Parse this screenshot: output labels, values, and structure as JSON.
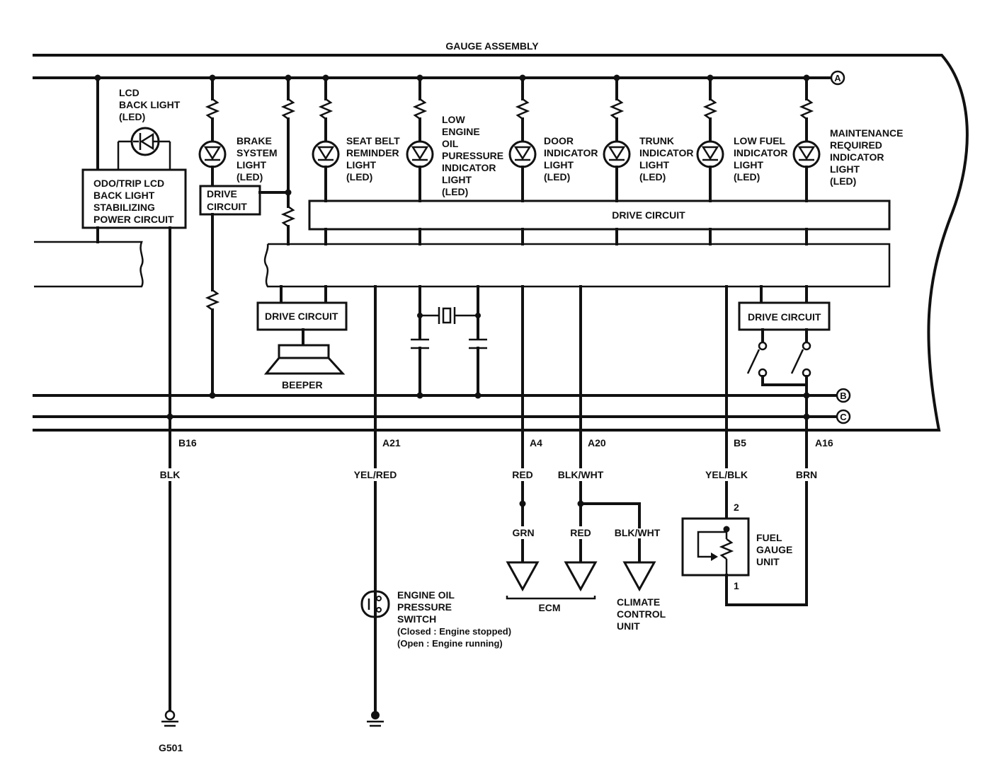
{
  "title": "GAUGE ASSEMBLY",
  "buses": {
    "a": "A",
    "b": "B",
    "c": "C"
  },
  "lcd_backlight": [
    "LCD",
    "BACK LIGHT",
    "(LED)"
  ],
  "odo_circuit": [
    "ODO/TRIP LCD",
    "BACK LIGHT",
    "STABILIZING",
    "POWER CIRCUIT"
  ],
  "brake_light": [
    "BRAKE",
    "SYSTEM",
    "LIGHT",
    "(LED)"
  ],
  "brake_drive": [
    "DRIVE",
    "CIRCUIT"
  ],
  "seatbelt": [
    "SEAT BELT",
    "REMINDER",
    "LIGHT",
    "(LED)"
  ],
  "oil_light": [
    "LOW",
    "ENGINE",
    "OIL",
    "PURESSURE",
    "INDICATOR",
    "LIGHT",
    "(LED)"
  ],
  "door": [
    "DOOR",
    "INDICATOR",
    "LIGHT",
    "(LED)"
  ],
  "trunk": [
    "TRUNK",
    "INDICATOR",
    "LIGHT",
    "(LED)"
  ],
  "lowfuel": [
    "LOW FUEL",
    "INDICATOR",
    "LIGHT",
    "(LED)"
  ],
  "maint": [
    "MAINTENANCE",
    "REQUIRED",
    "INDICATOR",
    "LIGHT",
    "(LED)"
  ],
  "drive_circuit_main": "DRIVE CIRCUIT",
  "drive_circuit_beeper": "DRIVE CIRCUIT",
  "beeper": "BEEPER",
  "drive_circuit_fuel": "DRIVE CIRCUIT",
  "terminals": {
    "b16": "B16",
    "a21": "A21",
    "a4": "A4",
    "a20": "A20",
    "b5": "B5",
    "a16": "A16"
  },
  "wires": {
    "blk": "BLK",
    "yelred": "YEL/RED",
    "red1": "RED",
    "blkwht1": "BLK/WHT",
    "yelblk": "YEL/BLK",
    "brn": "BRN",
    "grn": "GRN",
    "red2": "RED",
    "blkwht2": "BLK/WHT"
  },
  "oil_switch": [
    "ENGINE OIL",
    "PRESSURE",
    "SWITCH",
    "(Closed : Engine stopped)",
    "(Open : Engine running)"
  ],
  "ecm": "ECM",
  "climate": [
    "CLIMATE",
    "CONTROL",
    "UNIT"
  ],
  "fuel_gauge": [
    "FUEL",
    "GAUGE",
    "UNIT"
  ],
  "fuel_pins": {
    "p2": "2",
    "p1": "1"
  },
  "ground": "G501"
}
